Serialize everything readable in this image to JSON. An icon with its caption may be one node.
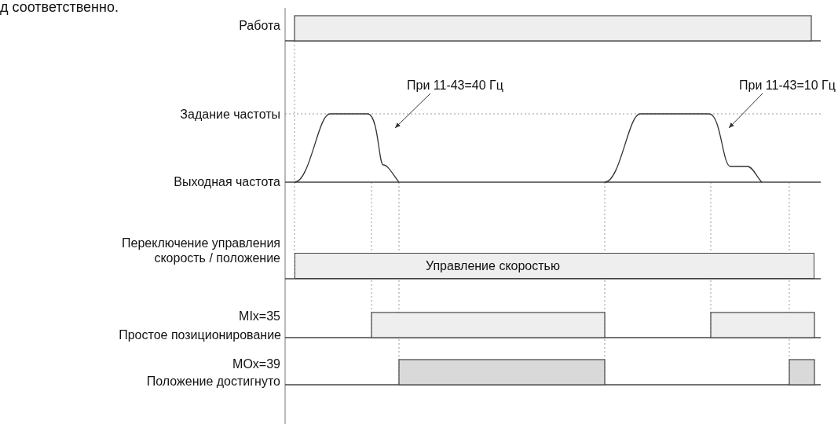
{
  "diagram": {
    "nodes": [
      {
        "text": [
          "При 11-43=40 Гц"
        ]
      },
      {
        "text": [
          "При 11-43=10 Гц"
        ]
      },
      {
        "text": [
          "Управление скоростью"
        ]
      }
    ],
    "edges": [
      {
        "from": 0,
        "to": null,
        "arrow": "to"
      },
      {
        "from": 1,
        "to": null,
        "arrow": "to"
      }
    ],
    "labels": [
      "д соответственно.",
      "Работа",
      "Задание частоты",
      "Выходная частота",
      "Переключение управления скорость / положение",
      "MIx=35",
      "Простое позиционирование",
      "MOx=39",
      "Положение достигнуто"
    ]
  }
}
